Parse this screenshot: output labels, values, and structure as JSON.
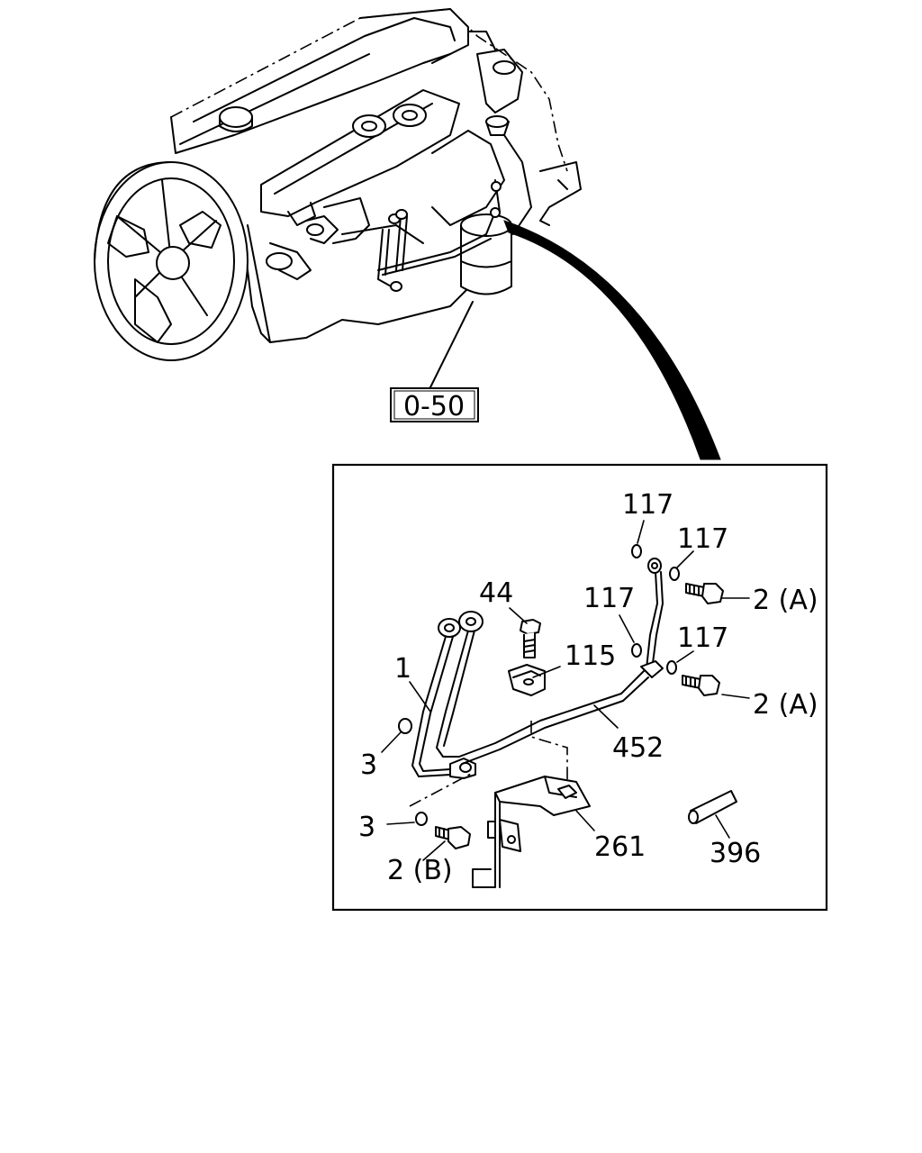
{
  "reference": {
    "label": "0-50"
  },
  "callouts": {
    "c117a": "117",
    "c117b": "117",
    "c117c": "117",
    "c117d": "117",
    "c2a1": "2 (A)",
    "c2a2": "2 (A)",
    "c44": "44",
    "c115": "115",
    "c1": "1",
    "c452": "452",
    "c3a": "3",
    "c3b": "3",
    "c2b": "2 (B)",
    "c261": "261",
    "c396": "396"
  }
}
